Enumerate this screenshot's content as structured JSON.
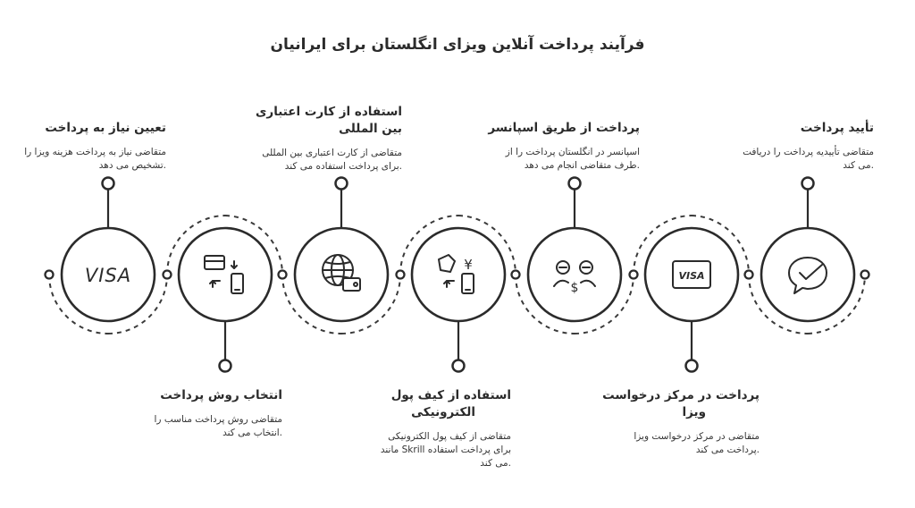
{
  "title": "فرآیند پرداخت آنلاین ویزای انگلستان برای ایرانیان",
  "steps": [
    {
      "heading": "تعیین نیاز به پرداخت",
      "desc_lines": [
        "متقاضی نیاز به پرداخت هزینه ویزا را",
        ".تشخیص می دهد"
      ],
      "icon": "visa-text-icon",
      "icon_text": "VISA"
    },
    {
      "heading": "انتخاب روش پرداخت",
      "desc_lines": [
        "متقاضی روش پرداخت مناسب را",
        ".انتخاب می کند"
      ],
      "icon": "card-phone-exchange-icon"
    },
    {
      "heading_lines": [
        "استفاده از کارت اعتباری",
        "بین المللی"
      ],
      "desc_lines": [
        "متقاضی از کارت اعتباری بین المللی",
        ".برای پرداخت استفاده می کند"
      ],
      "icon": "globe-wallet-icon"
    },
    {
      "heading_lines": [
        "استفاده از کیف پول",
        "الکترونیکی"
      ],
      "desc_lines": [
        "متقاضی از کیف پول الکترونیکی",
        "برای پرداخت استفاده Skrill مانند",
        ".می کند"
      ],
      "icon": "crypto-phone-exchange-icon",
      "icon_text": "¥"
    },
    {
      "heading": "پرداخت از طریق اسپانسر",
      "desc_lines": [
        "اسپانسر در انگلستان پرداخت را از",
        ".طرف متقاضی انجام می دهد"
      ],
      "icon": "sponsor-money-icon",
      "icon_text": "$"
    },
    {
      "heading_lines": [
        "پرداخت در مرکز درخواست",
        "ویزا"
      ],
      "desc_lines": [
        "متقاضی در مرکز درخواست ویزا",
        ".پرداخت می کند"
      ],
      "icon": "visa-card-icon",
      "icon_text": "VISA"
    },
    {
      "heading": "تأیید پرداخت",
      "desc_lines": [
        "متقاضی تأییدیه پرداخت را دریافت",
        ".می کند"
      ],
      "icon": "chat-check-icon"
    }
  ]
}
